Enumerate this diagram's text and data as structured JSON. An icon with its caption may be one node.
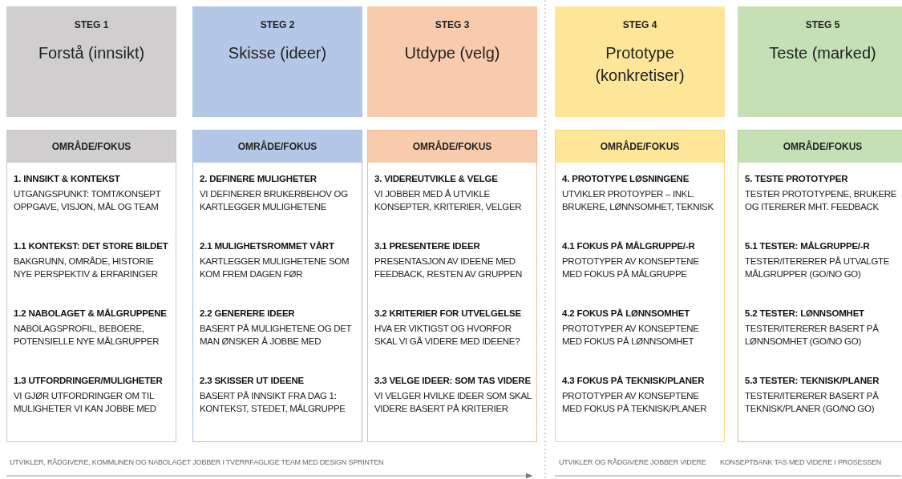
{
  "diagram": {
    "nodes": [
      {
        "text": [
          "STEG 1",
          "Forstå (innsikt)"
        ]
      },
      {
        "text": [
          "1. INNSIKT & KONTEKST",
          "UTGANGSPUNKT: TOMT/KONSEPT OPPGAVE, VISJON, MÅL OG TEAM",
          "1.1 KONTEKST: DET STORE BILDET",
          "BAKGRUNN, OMRÅDE, HISTORIE NYE PERSPEKTIV & ERFARINGER",
          "1.2 NABOLAGET & MÅLGRUPPENE",
          "NABOLAGSPROFIL, BEBOERE, POTENSIELLE NYE MÅLGRUPPER",
          "1.3 UTFORDRINGER/MULIGHETER",
          "VI GJØR UTFORDRINGER OM TIL MULIGHETER VI KAN JOBBE MED"
        ]
      },
      {
        "text": [
          "OMRÅDE/FOKUS"
        ],
        "in": 1
      },
      {
        "text": [
          "STEG 2",
          "Skisse (ideer)"
        ]
      },
      {
        "text": [
          "2. DEFINERE MULIGHETER",
          "VI DEFINERER BRUKERBEHOV OG KARTLEGGER MULIGHETENE",
          "2.1 MULIGHETSROMMET VÅRT",
          "KARTLEGGER MULIGHETENE SOM KOM FREM DAGEN FØR",
          "2.2 GENERERE IDEER",
          "BASERT PÅ MULIGHETENE OG DET MAN ØNSKER Å JOBBE MED",
          "2.3 SKISSER UT IDEENE",
          "BASERT PÅ INNSIKT FRA DAG 1: KONTEKST, STEDET, MÅLGRUPPE"
        ]
      },
      {
        "text": [
          "OMRÅDE/FOKUS"
        ],
        "in": 4
      },
      {
        "text": [
          "STEG 3",
          "Utdype (velg)"
        ]
      },
      {
        "text": [
          "3. VIDEREUTVIKLE & VELGE",
          "VI JOBBER MED Å UTVIKLE KONSEPTER, KRITERIER, VELGER",
          "3.1 PRESENTERE IDEER",
          "PRESENTASJON AV IDEENE MED FEEDBACK, RESTEN AV GRUPPEN",
          "3.2 KRITERIER FOR UTVELGELSE",
          "HVA ER VIKTIGST OG HVORFOR SKAL VI GÅ VIDERE MED IDEENE?",
          "3.3 VELGE IDEER: SOM TAS VIDERE",
          "VI VELGER HVILKE IDEER SOM SKAL VIDERE BASERT PÅ KRITERIER"
        ]
      },
      {
        "text": [
          "OMRÅDE/FOKUS"
        ],
        "in": 7
      },
      {
        "text": [
          "STEG 4",
          "Prototype (konkretiser)"
        ]
      },
      {
        "text": [
          "4. PROTOTYPE LØSNINGENE",
          "UTVIKLER PROTOYPER – INKL. BRUKERE, LØNNSOMHET, TEKNISK",
          "4.1 FOKUS PÅ MÅLGRUPPE/-R",
          "PROTOTYPER AV KONSEPTENE MED FOKUS PÅ MÅLGRUPPE",
          "4.2 FOKUS PÅ LØNNSOMHET",
          "PROTOTYPER AV KONSEPTENE MED FOKUS PÅ LØNNSOMHET",
          "4.3 FOKUS PÅ TEKNISK/PLANER",
          "PROTOTYPER AV KONSEPTENE MED FOKUS PÅ TEKNISK/PLANER"
        ]
      },
      {
        "text": [
          "OMRÅDE/FOKUS"
        ],
        "in": 10
      },
      {
        "text": [
          "STEG 5",
          "Teste (marked)"
        ]
      },
      {
        "text": [
          "5. TESTE PROTOTYPER",
          "TESTER PROTOTYPENE, BRUKERE OG ITERERER MHT. FEEDBACK",
          "5.1 TESTER: MÅLGRUPPE/-R",
          "TESTER/ITERERER PÅ UTVALGTE MÅLGRUPPER (GO/NO GO)",
          "5.2 TESTER: LØNNSOMHET",
          "TESTER/ITERERER BASERT PÅ LØNNSOMHET (GO/NO GO)",
          "5.3 TESTER: TEKNISK/PLANER",
          "TESTER/ITERERER BASERT PÅ TEKNISK/PLANER (GO/NO GO)"
        ]
      },
      {
        "text": [
          "OMRÅDE/FOKUS"
        ],
        "in": 13
      }
    ],
    "labels": [
      "UTVIKLER, RÅDGIVERE, KOMMUNEN OG NABOLAGET JOBBER I TVERRFAGLIGE TEAM MED DESIGN SPRINTEN",
      "UTVIKLER OG RÅDGIVERE JOBBER VIDERE",
      "KONSEPTBANK TAS MED VIDERE I PROSESSEN"
    ]
  }
}
